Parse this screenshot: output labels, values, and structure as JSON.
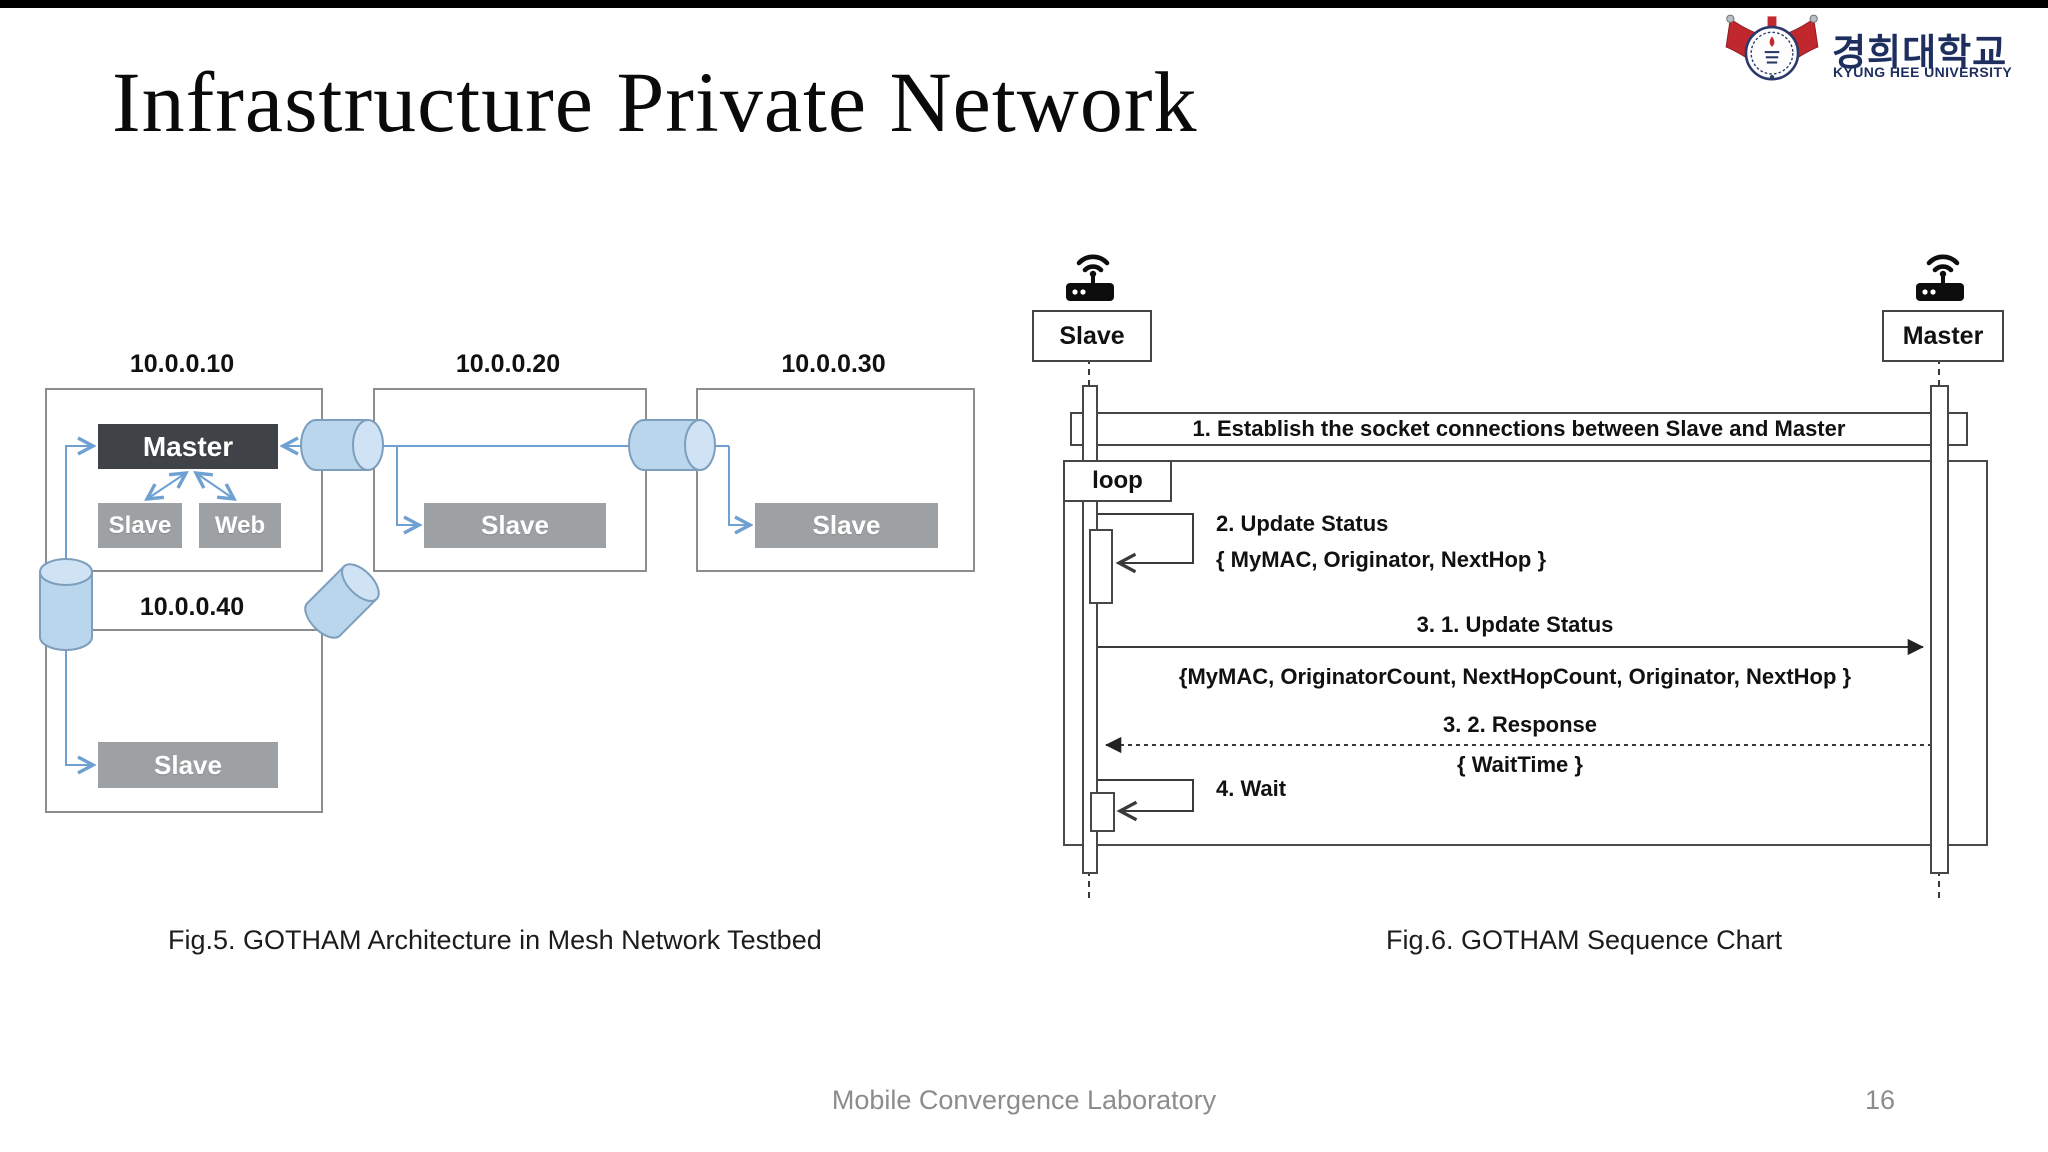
{
  "title": "Infrastructure Private Network",
  "logo": {
    "korean": "경희대학교",
    "english": "KYUNG HEE UNIVERSITY"
  },
  "fig5": {
    "subnets": [
      {
        "ip": "10.0.0.10"
      },
      {
        "ip": "10.0.0.20"
      },
      {
        "ip": "10.0.0.30"
      },
      {
        "ip": "10.0.0.40"
      }
    ],
    "nodes": {
      "master": "Master",
      "slave1": "Slave",
      "web": "Web",
      "slave2": "Slave",
      "slave3": "Slave",
      "slave4": "Slave"
    },
    "caption": "Fig.5. GOTHAM Architecture in Mesh Network Testbed"
  },
  "fig6": {
    "actors": {
      "left": "Slave",
      "right": "Master"
    },
    "loop_label": "loop",
    "messages": {
      "m1": "1. Establish the socket connections between Slave and Master",
      "m2": "2. Update Status",
      "m2_params": "{ MyMAC, Originator, NextHop }",
      "m31": "3. 1. Update Status",
      "m31_params": "{MyMAC, OriginatorCount, NextHopCount, Originator, NextHop }",
      "m32": "3. 2. Response",
      "m32_params": "{ WaitTime }",
      "m4": "4. Wait"
    },
    "caption": "Fig.6. GOTHAM Sequence Chart"
  },
  "footer": {
    "lab": "Mobile Convergence Laboratory",
    "page": "16"
  },
  "colors": {
    "accent_blue_line": "#6fa0d2",
    "cylinder_fill": "#b9d6ec",
    "cylinder_cap": "#cfe3f4",
    "cylinder_stroke": "#7d9ebc",
    "master_box": "#3f4347",
    "gray_node": "#9ea1a3",
    "box_border": "#8c8c8c",
    "seq_line": "#3a3a3a",
    "logo_navy": "#1d2e5f",
    "logo_red": "#c0282e",
    "footer_gray": "#8c8c8c"
  }
}
